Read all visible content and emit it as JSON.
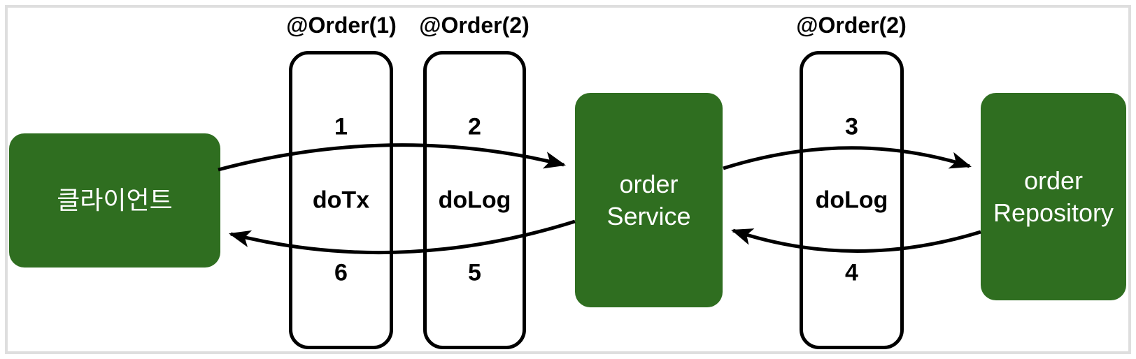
{
  "canvas": {
    "background": "#ffffff",
    "frame_border_color": "#dedede"
  },
  "colors": {
    "node_green": "#2f6e20",
    "node_text_white": "#ffffff",
    "line_black": "#000000"
  },
  "nodes": {
    "client": {
      "label": "클라이언트"
    },
    "service": {
      "line1": "order",
      "line2": "Service"
    },
    "repository": {
      "line1": "order",
      "line2": "Repository"
    }
  },
  "aspects": [
    {
      "annotation": "@Order(1)",
      "top_step": "1",
      "method": "doTx",
      "bottom_step": "6"
    },
    {
      "annotation": "@Order(2)",
      "top_step": "2",
      "method": "doLog",
      "bottom_step": "5"
    },
    {
      "annotation": "@Order(2)",
      "top_step": "3",
      "method": "doLog",
      "bottom_step": "4"
    }
  ],
  "arrows": [
    {
      "name": "client-to-service",
      "direction": "right"
    },
    {
      "name": "service-to-client",
      "direction": "left"
    },
    {
      "name": "service-to-repository",
      "direction": "right"
    },
    {
      "name": "repository-to-service",
      "direction": "left"
    }
  ]
}
